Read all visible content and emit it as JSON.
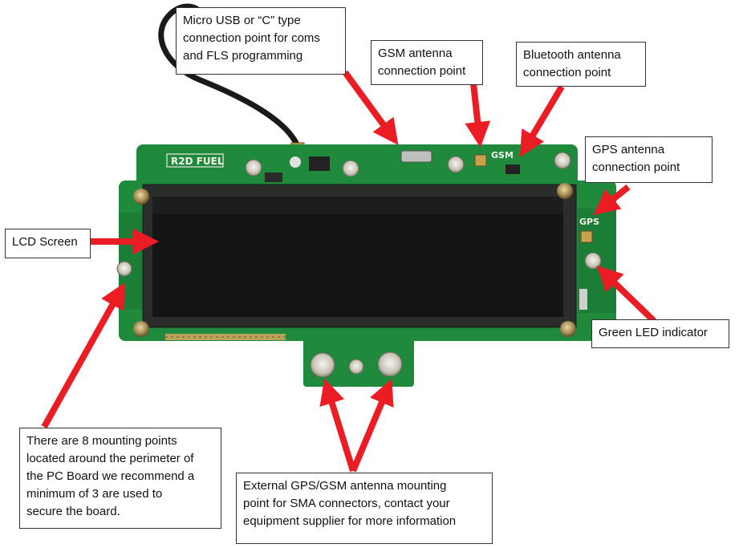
{
  "board": {
    "silkscreen_brand": "R2D FUEL",
    "silkscreen_gsm": "GSM",
    "silkscreen_gps": "GPS",
    "colors": {
      "pcb": "#1f8a3c",
      "pcb_dark": "#16652c",
      "lcd": "#141414",
      "arrow": "#ec1c24",
      "cable": "#1a1a1a"
    }
  },
  "callouts": {
    "usb": {
      "lines": [
        "Micro USB or “C” type",
        "connection point for coms",
        "and FLS programming"
      ]
    },
    "gsm": {
      "lines": [
        "GSM antenna",
        "connection point"
      ]
    },
    "bluetooth": {
      "lines": [
        "Bluetooth antenna",
        "connection point"
      ]
    },
    "gps": {
      "lines": [
        "GPS antenna",
        "connection point"
      ]
    },
    "lcd": {
      "lines": [
        "LCD Screen"
      ]
    },
    "led": {
      "lines": [
        "Green LED indicator"
      ]
    },
    "mounting": {
      "lines": [
        "There are 8 mounting points",
        "located around the perimeter of",
        "the PC Board we recommend a",
        "minimum of 3 are used to",
        "secure the board."
      ]
    },
    "external": {
      "lines": [
        "External GPS/GSM antenna mounting",
        "point for SMA connectors, contact your",
        "equipment supplier for more information"
      ]
    }
  }
}
